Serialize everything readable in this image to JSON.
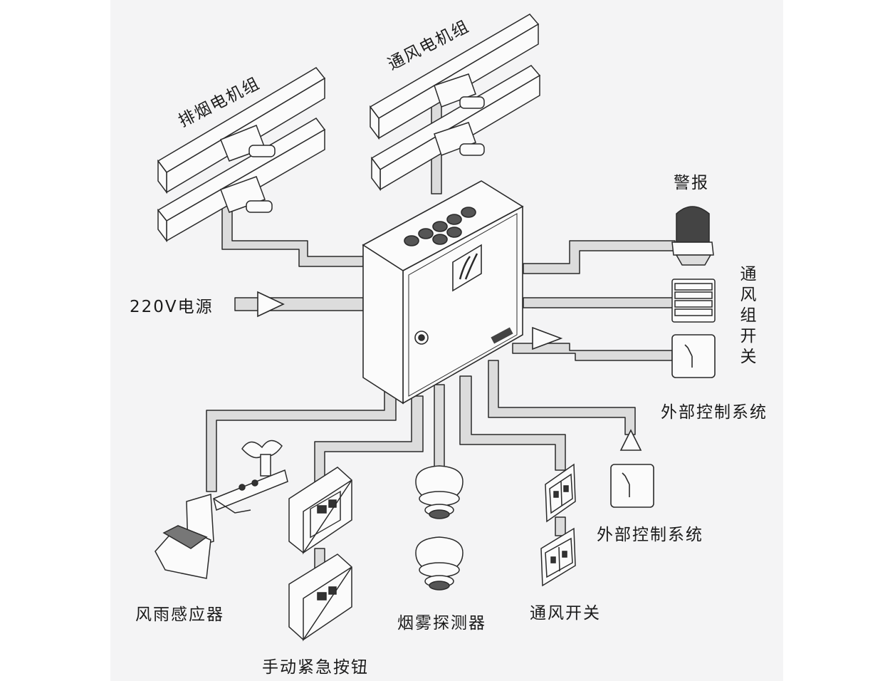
{
  "labels": {
    "smoke_motor_group": "排烟电机组",
    "vent_motor_group": "通风电机组",
    "alarm": "警报",
    "power_220v": "220V电源",
    "vent_group_switch": "通风组开关",
    "external_control_1": "外部控制系统",
    "external_control_2": "外部控制系统",
    "wind_rain_sensor": "风雨感应器",
    "manual_emergency_button": "手动紧急按钮",
    "smoke_detector": "烟雾探测器",
    "vent_switch": "通风开关"
  },
  "colors": {
    "background": "#f4f4f5",
    "line": "#2a2a2a",
    "cable_fill": "#dcdcdc",
    "device_fill": "#fbfbfb"
  }
}
